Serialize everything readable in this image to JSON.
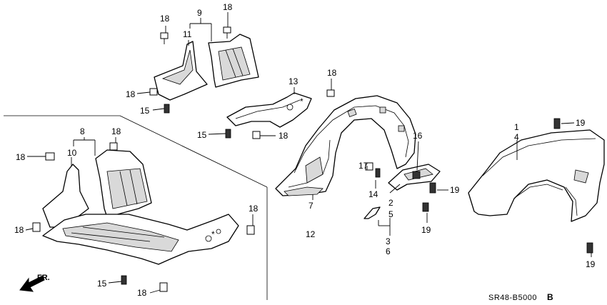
{
  "labels": {
    "c1": "1",
    "c2": "2",
    "c3": "3",
    "c4": "4",
    "c5": "5",
    "c6": "6",
    "c7": "7",
    "c8": "8",
    "c9": "9",
    "c10": "10",
    "c11": "11",
    "c12": "12",
    "c13": "13",
    "c14": "14",
    "c15": "15",
    "c16": "16",
    "c17": "17",
    "c18": "18",
    "c19": "19"
  },
  "star": "*",
  "direction": "FR.",
  "code": {
    "main": "SR48-B5000",
    "suffix": "B"
  }
}
